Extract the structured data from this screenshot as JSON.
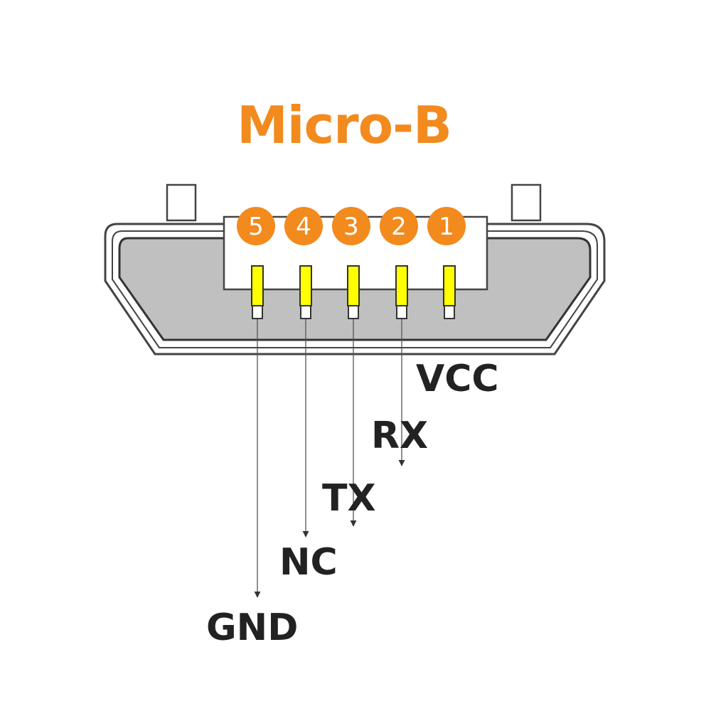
{
  "title": "Micro-B",
  "colors": {
    "accent": "#f28a1e",
    "pin": "#ffff00",
    "shell_fill": "#c0c0c0",
    "text": "#222222"
  },
  "pins": [
    {
      "number": "1",
      "label": "VCC"
    },
    {
      "number": "2",
      "label": "RX"
    },
    {
      "number": "3",
      "label": "TX"
    },
    {
      "number": "4",
      "label": "NC"
    },
    {
      "number": "5",
      "label": "GND"
    }
  ]
}
